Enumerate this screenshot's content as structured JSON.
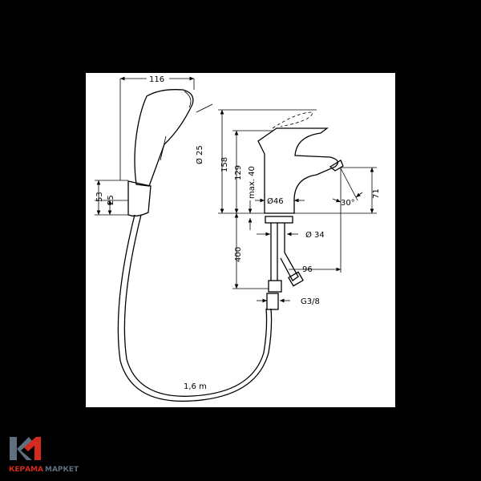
{
  "drawing": {
    "dimensions": {
      "shower_length": "116",
      "shower_diameter": "Ø 25",
      "holder_height": "53",
      "holder_offset": "25",
      "total_height": "158",
      "spout_height": "129",
      "max_thickness": "max. 40",
      "body_diameter": "Ø46",
      "spray_angle": "30°",
      "outlet_height": "71",
      "hose_length_supply": "400",
      "hole_diameter": "Ø 34",
      "projection": "96",
      "thread": "G3/8",
      "hose_length": "1,6 m"
    }
  },
  "logo": {
    "word1": "КЕРАМА",
    "word2": "МАРКЕТ",
    "red": "#d52b1e",
    "grey": "#5f6f7e"
  }
}
